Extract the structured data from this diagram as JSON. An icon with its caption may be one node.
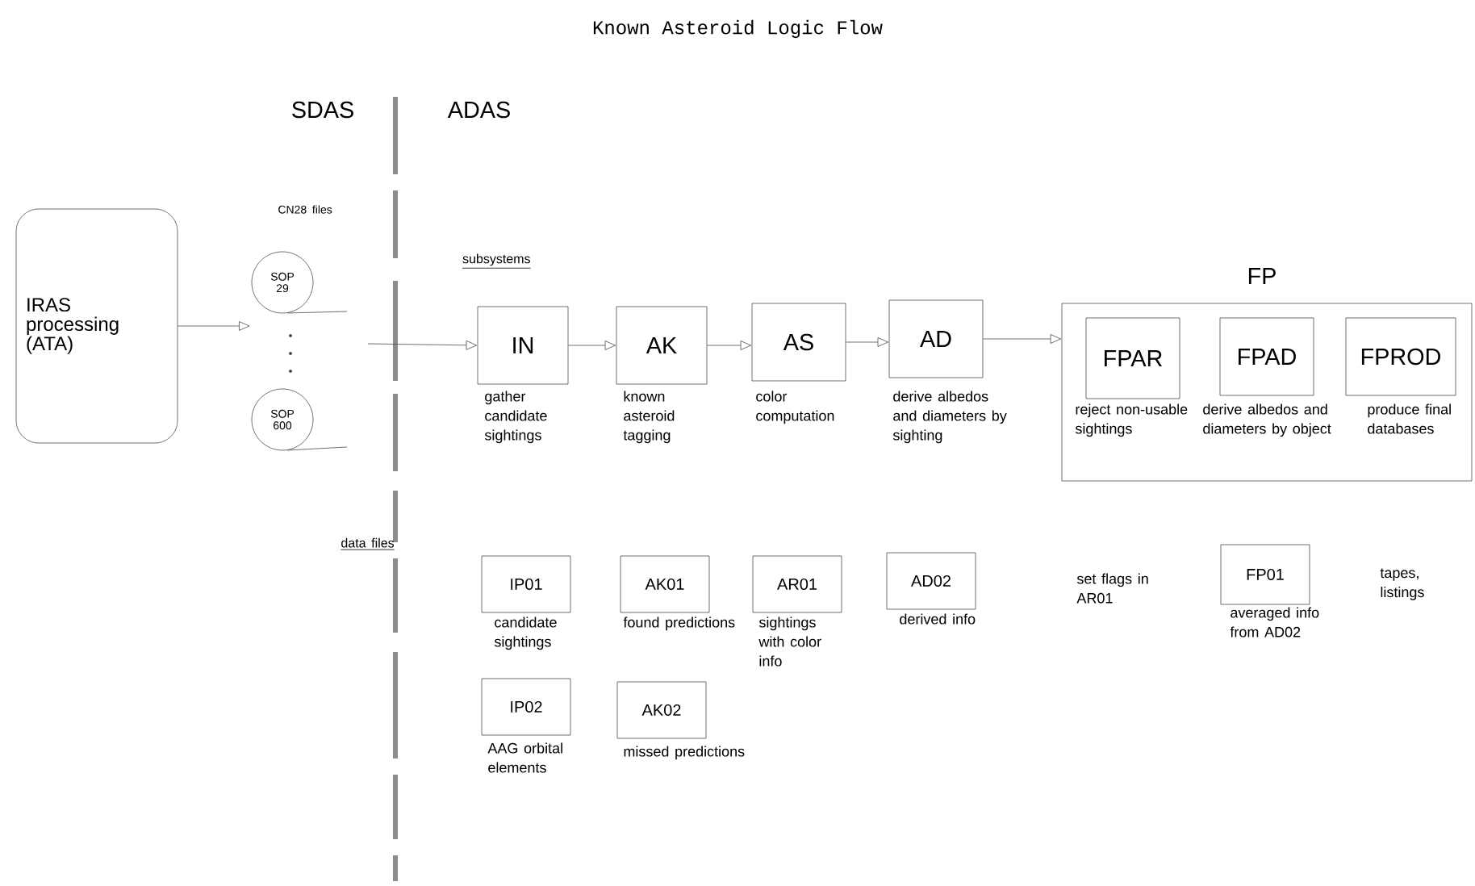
{
  "diagram": {
    "title": "Known Asteroid Logic Flow",
    "nodes": [
      {
        "text": [
          "IRAS processing (ATA)"
        ]
      },
      {
        "text": [
          "SOP 29"
        ]
      },
      {
        "text": [
          "SOP 600"
        ]
      },
      {
        "text": [
          "IN"
        ],
        "beside": [
          "gather candidate sightings"
        ]
      },
      {
        "text": [
          "AK"
        ],
        "beside": [
          "known asteroid tagging"
        ]
      },
      {
        "text": [
          "AS"
        ],
        "beside": [
          "color computation"
        ]
      },
      {
        "text": [
          "AD"
        ],
        "beside": [
          "derive albedos and diameters by sighting"
        ]
      },
      {
        "text": [
          "FP"
        ]
      },
      {
        "text": [
          "FPAR"
        ],
        "in": 7,
        "beside": [
          "reject non-usable sightings"
        ]
      },
      {
        "text": [
          "FPAD"
        ],
        "in": 7,
        "beside": [
          "derive albedos and diameters by object"
        ]
      },
      {
        "text": [
          "FPROD"
        ],
        "in": 7,
        "beside": [
          "produce final databases"
        ]
      },
      {
        "text": [
          "IP01"
        ],
        "beside": [
          "candidate sightings"
        ]
      },
      {
        "text": [
          "AK01"
        ],
        "beside": [
          "found predictions"
        ]
      },
      {
        "text": [
          "AR01"
        ],
        "beside": [
          "sightings with color info"
        ]
      },
      {
        "text": [
          "AD02"
        ],
        "beside": [
          "derived info"
        ]
      },
      {
        "text": [
          "FP01"
        ],
        "beside": [
          "averaged info from AD02"
        ]
      },
      {
        "text": [
          "IP02"
        ],
        "beside": [
          "AAG orbital elements"
        ]
      },
      {
        "text": [
          "AK02"
        ],
        "beside": [
          "missed predictions"
        ]
      }
    ],
    "edges": [
      {
        "from": 0,
        "to": 1,
        "arrow": "to"
      },
      {
        "from": null,
        "to": 3,
        "arrow": "to"
      },
      {
        "from": 3,
        "to": 4,
        "arrow": "to"
      },
      {
        "from": 4,
        "to": 5,
        "arrow": "to"
      },
      {
        "from": 5,
        "to": 6,
        "arrow": "to"
      },
      {
        "from": 6,
        "to": 7,
        "arrow": "to"
      }
    ],
    "labels": [
      "SDAS",
      "ADAS",
      "CN28 files",
      "subsystems",
      "data files",
      "set flags in AR01",
      "tapes, listings"
    ]
  }
}
